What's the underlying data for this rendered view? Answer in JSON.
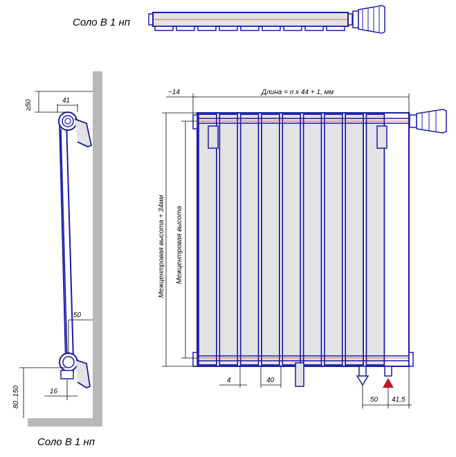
{
  "captions": {
    "top": "Соло В 1 нп",
    "bottom": "Соло В 1 нп"
  },
  "dimensions": {
    "length": "Длина = n x 44 + 1, мм",
    "offset": "~14",
    "height_total": "Межцентровая высота + 34мм",
    "height_center": "Межцентровая высота",
    "gap": "4",
    "section": "40",
    "inlet": "50",
    "outlet": "41,5",
    "top_clearance": "≥50",
    "depth": "41",
    "wall_to_pipe": "50",
    "floor_clearance": "80..150",
    "pipe_offset": "16"
  },
  "colors": {
    "outline": "#1a1aa8",
    "fill": "#e3e3e3",
    "wall": "#b8b8b8",
    "axis": "#d23a1a",
    "arrow": "#c0142a"
  },
  "sections": 9
}
